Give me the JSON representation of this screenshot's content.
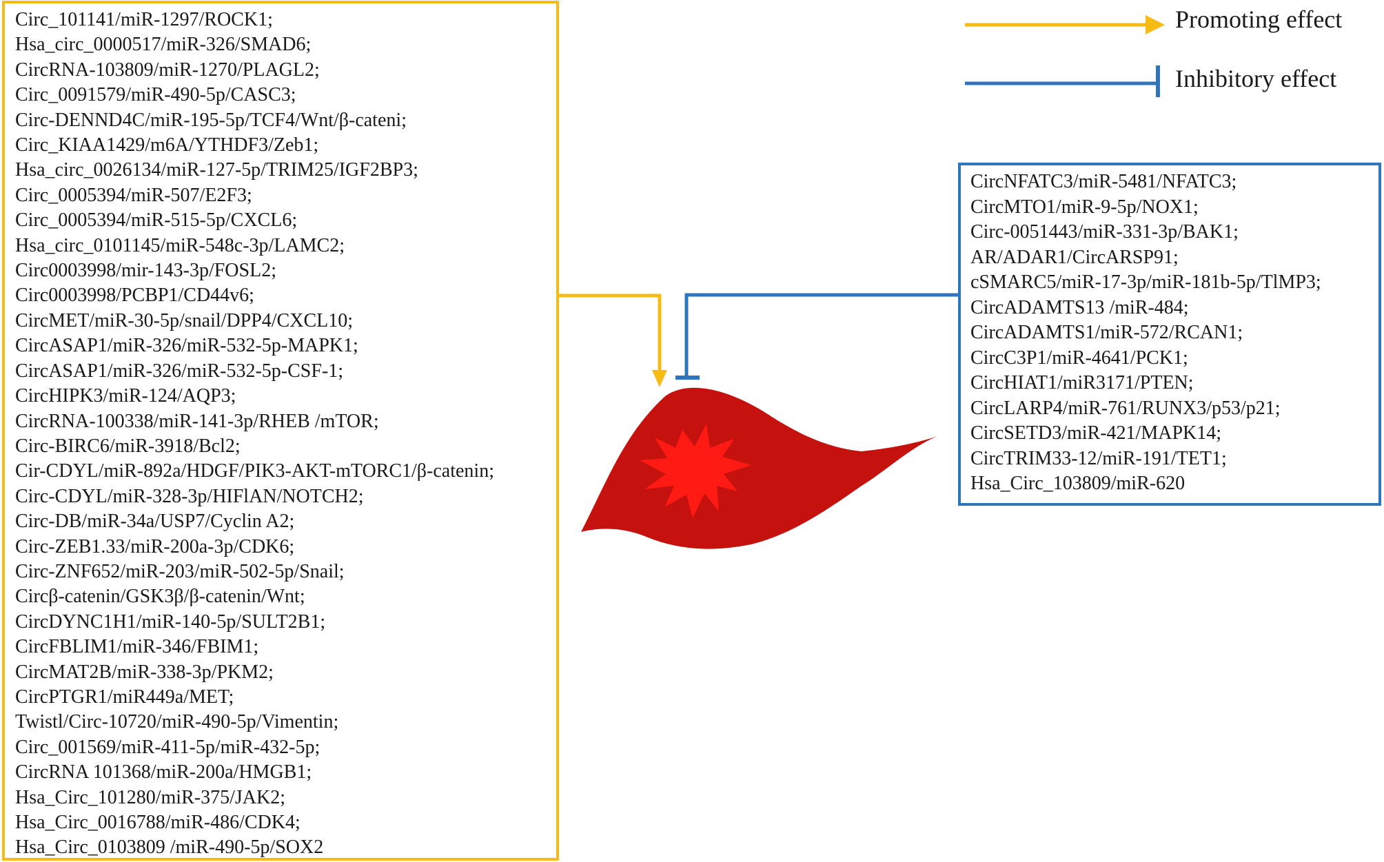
{
  "legend": {
    "promoting_label": "Promoting effect",
    "inhibitory_label": "Inhibitory effect"
  },
  "colors": {
    "promoting": "#f7bb16",
    "inhibitory": "#2f74bc",
    "liver": "#c5120e",
    "tumor": "#ff1a14"
  },
  "promoting_list": [
    "Circ_101141/miR-1297/ROCK1;",
    "Hsa_circ_0000517/miR-326/SMAD6;",
    "CircRNA-103809/miR-1270/PLAGL2;",
    "Circ_0091579/miR-490-5p/CASC3;",
    "Circ-DENND4C/miR-195-5p/TCF4/Wnt/β-cateni;",
    "Circ_KIAA1429/m6A/YTHDF3/Zeb1;",
    "Hsa_circ_0026134/miR-127-5p/TRIM25/IGF2BP3;",
    "Circ_0005394/miR-507/E2F3;",
    "Circ_0005394/miR-515-5p/CXCL6;",
    "Hsa_circ_0101145/miR-548c-3p/LAMC2;",
    "Circ0003998/mir-143-3p/FOSL2;",
    "Circ0003998/PCBP1/CD44v6;",
    "CircMET/miR-30-5p/snail/DPP4/CXCL10;",
    "CircASAP1/miR-326/miR-532-5p-MAPK1;",
    "CircASAP1/miR-326/miR-532-5p-CSF-1;",
    "CircHIPK3/miR-124/AQP3;",
    "CircRNA-100338/miR-141-3p/RHEB /mTOR;",
    "Circ-BIRC6/miR-3918/Bcl2;",
    "Cir-CDYL/miR-892a/HDGF/PIK3-AKT-mTORC1/β-catenin;",
    "Circ-CDYL/miR-328-3p/HIFlAN/NOTCH2;",
    "Circ-DB/miR-34a/USP7/Cyclin A2;",
    "Circ-ZEB1.33/miR-200a-3p/CDK6;",
    "Circ-ZNF652/miR-203/miR-502-5p/Snail;",
    "Circβ-catenin/GSK3β/β-catenin/Wnt;",
    "CircDYNC1H1/miR-140-5p/SULT2B1;",
    "CircFBLIM1/miR-346/FBIM1;",
    "CircMAT2B/miR-338-3p/PKM2;",
    "CircPTGR1/miR449a/MET;",
    "Twistl/Circ-10720/miR-490-5p/Vimentin;",
    "Circ_001569/miR-411-5p/miR-432-5p;",
    "CircRNA 101368/miR-200a/HMGB1;",
    "Hsa_Circ_101280/miR-375/JAK2;",
    "Hsa_Circ_0016788/miR-486/CDK4;",
    "Hsa_Circ_0103809 /miR-490-5p/SOX2"
  ],
  "inhibitory_list": [
    "CircNFATC3/miR-5481/NFATC3;",
    "CircMTO1/miR-9-5p/NOX1;",
    "Circ-0051443/miR-331-3p/BAK1;",
    "AR/ADAR1/CircARSP91;",
    "cSMARC5/miR-17-3p/miR-181b-5p/TlMP3;",
    "CircADAMTS13 /miR-484;",
    "CircADAMTS1/miR-572/RCAN1;",
    "CircC3P1/miR-4641/PCK1;",
    "CircHIAT1/miR3171/PTEN;",
    "CircLARP4/miR-761/RUNX3/p53/p21;",
    "CircSETD3/miR-421/MAPK14;",
    "CircTRIM33-12/miR-191/TET1;",
    "Hsa_Circ_103809/miR-620"
  ]
}
